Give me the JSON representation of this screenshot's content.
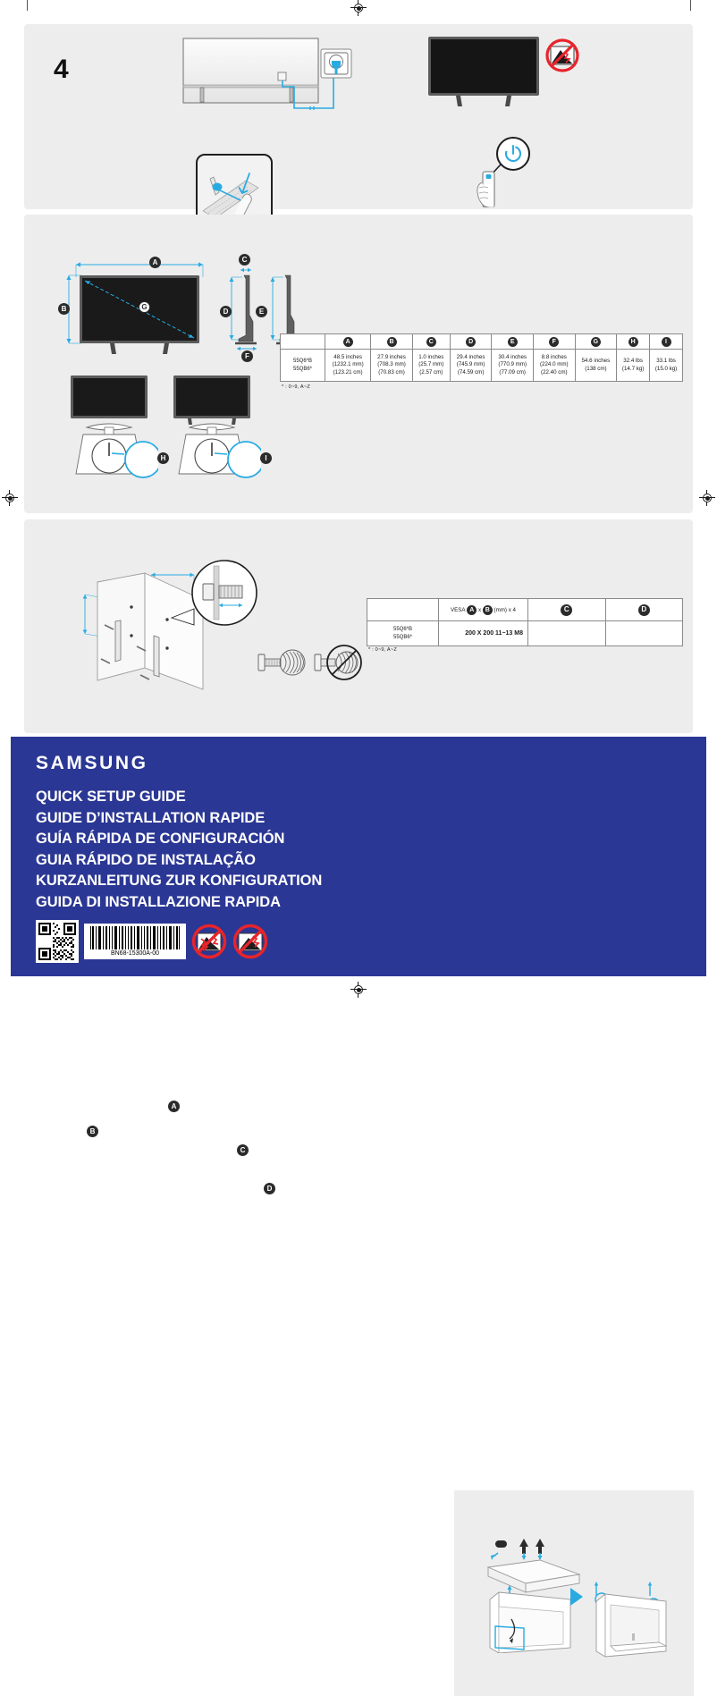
{
  "document": {
    "brand": "SAMSUNG",
    "part_number": "BN68-15300A-00",
    "titles": [
      "QUICK SETUP GUIDE",
      "GUIDE D’INSTALLATION RAPIDE",
      "GUÍA RÁPIDA DE CONFIGURACIÓN",
      "GUIA RÁPIDO DE INSTALAÇÃO",
      "KURZANLEITUNG ZUR KONFIGURATION",
      "GUIDA DI INSTALLAZIONE RAPIDA"
    ],
    "brand_color": "#2b3794",
    "panel_color": "#ededed",
    "accent_blue": "#29abe2",
    "prohibit_red": "#e8242b"
  },
  "setup_step": {
    "number": "4",
    "icons": {
      "tv_rear": "tv-rear-icon",
      "power_outlet": "power-outlet-icon",
      "cable_clip": "cable-clip-icon",
      "tv_front": "tv-front-icon",
      "no_screen_press": "no-screen-press-icon",
      "remote_power": "remote-power-icon",
      "power_symbol": "power-symbol-icon"
    }
  },
  "specs_section": {
    "icon": "clipboard-spec-icon",
    "diagram_markers": [
      "A",
      "B",
      "C",
      "D",
      "E",
      "F",
      "G",
      "H",
      "I"
    ],
    "table": {
      "headers": [
        "",
        "A",
        "B",
        "C",
        "D",
        "E",
        "F",
        "G",
        "H",
        "I"
      ],
      "rows": [
        {
          "model": [
            "55Q6*B",
            "55QB6*"
          ],
          "values": [
            [
              "48.5 inches",
              "(1232.1 mm)",
              "(123.21 cm)"
            ],
            [
              "27.9 inches",
              "(708.3 mm)",
              "(70.83 cm)"
            ],
            [
              "1.0 inches",
              "(25.7 mm)",
              "(2.57 cm)"
            ],
            [
              "29.4 inches",
              "(745.9 mm)",
              "(74.59 cm)"
            ],
            [
              "30.4 inches",
              "(770.9 mm)",
              "(77.09 cm)"
            ],
            [
              "8.8 inches",
              "(224.0 mm)",
              "(22.40 cm)"
            ],
            [
              "54.6 inches",
              "(138 cm)"
            ],
            [
              "32.4 lbs",
              "(14.7 kg)"
            ],
            [
              "33.1 lbs",
              "(15.0 kg)"
            ]
          ]
        }
      ]
    },
    "footnote": "* : 0~9, A~Z"
  },
  "mount_section": {
    "icon": "wall-mount-icon",
    "diagram_markers": [
      "A",
      "B",
      "C",
      "D"
    ],
    "table": {
      "headers": [
        "",
        "VESA A x B (mm) x 4",
        "C",
        "D"
      ],
      "rows": [
        {
          "model": [
            "55Q6*B",
            "55QB6*"
          ],
          "vesa": "200 X 200 11~13 M8",
          "c": "",
          "d": ""
        }
      ]
    },
    "footnote": "* : 0~9, A~Z",
    "screw_icons": {
      "screw_ok": "screw-ok-icon",
      "screw_no": "screw-prohibited-icon"
    }
  },
  "unboxing": {
    "icons": {
      "packaging_left": "packaging-open-icon",
      "arrow": "arrow-right-icon",
      "packaging_right": "tv-lift-out-icon"
    }
  },
  "warnings": [
    {
      "name": "no-flat-lay-icon"
    },
    {
      "name": "no-screen-press-icon"
    }
  ]
}
